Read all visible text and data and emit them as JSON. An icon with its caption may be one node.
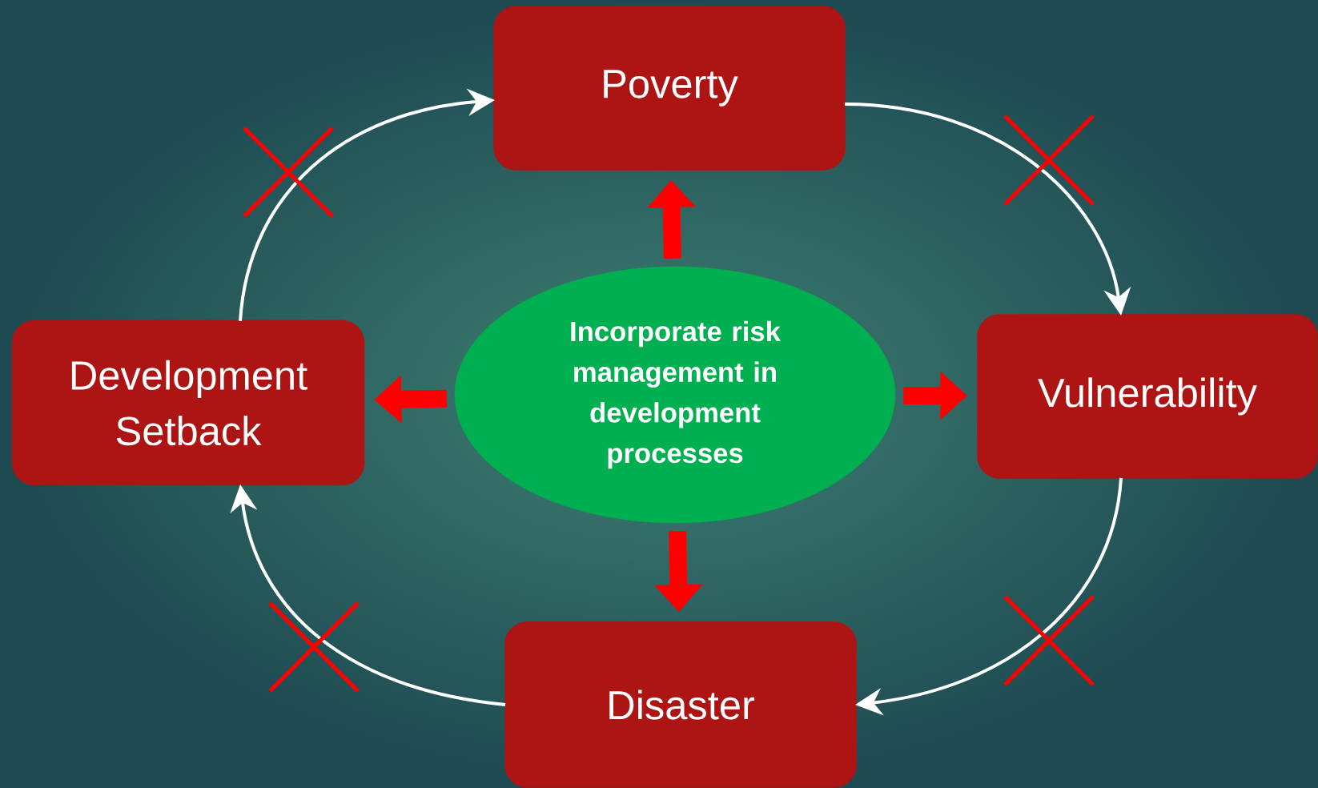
{
  "diagram": {
    "nodes": [
      {
        "text": [
          "Poverty"
        ]
      },
      {
        "text": [
          "Development Setback"
        ]
      },
      {
        "text": [
          "Incorporate risk management in development processes"
        ]
      },
      {
        "text": [
          "Vulnerability"
        ]
      },
      {
        "text": [
          "Disaster"
        ]
      }
    ],
    "edges": [
      {
        "from": 2,
        "to": 0,
        "arrow": "to",
        "style": "thick"
      },
      {
        "from": 2,
        "to": 1,
        "arrow": "to",
        "style": "thick"
      },
      {
        "from": 2,
        "to": 3,
        "arrow": "to",
        "style": "thick"
      },
      {
        "from": 2,
        "to": 4,
        "arrow": "to",
        "style": "thick"
      },
      {
        "from": 1,
        "to": 0,
        "arrow": "to",
        "color": "#ffffff"
      },
      {
        "from": 0,
        "to": 3,
        "arrow": "to",
        "color": "#ffffff"
      },
      {
        "from": 3,
        "to": 4,
        "arrow": "to",
        "color": "#ffffff"
      },
      {
        "from": 4,
        "to": 1,
        "arrow": "to",
        "color": "#ffffff"
      }
    ]
  }
}
